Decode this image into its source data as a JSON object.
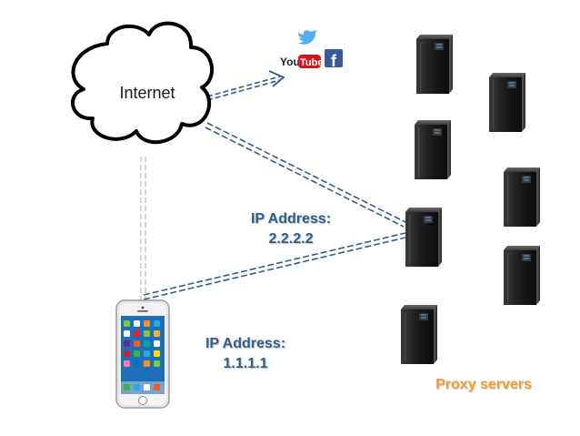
{
  "cloud": {
    "label": "Internet"
  },
  "services": {
    "youtube_prefix": "You",
    "youtube_suffix": "Tube",
    "facebook_letter": "f",
    "icons": [
      "twitter-icon",
      "youtube-icon",
      "facebook-icon"
    ]
  },
  "server_ip": {
    "heading": "IP Address:",
    "value": "2.2.2.2"
  },
  "phone_ip": {
    "heading": "IP Address:",
    "value": "1.1.1.1"
  },
  "proxy": {
    "caption": "Proxy servers",
    "server_count": 7
  },
  "colors": {
    "link_blue": "#2f5e8c",
    "link_grey": "#cfcfcf",
    "proxy_caption": "#f39c37",
    "server_body": "#1e1e1e",
    "twitter": "#55acee",
    "youtube_red": "#cc181e",
    "facebook": "#3b5998"
  }
}
